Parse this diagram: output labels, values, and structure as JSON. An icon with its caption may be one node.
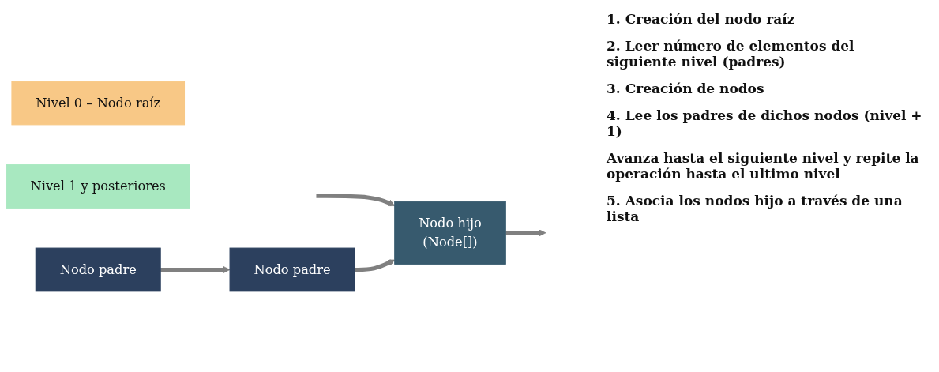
{
  "diagram": {
    "nodes": [
      {
        "text": [
          "Nivel 0 – Nodo raíz"
        ]
      },
      {
        "text": [
          "Nivel 1 y posteriores"
        ]
      },
      {
        "text": [
          "Nodo hijo",
          "(Node[])"
        ]
      },
      {
        "text": [
          "Nodo padre"
        ]
      },
      {
        "text": [
          "Nodo padre"
        ]
      }
    ],
    "edges": [
      {
        "from": null,
        "to": 2,
        "arrow": "to"
      },
      {
        "from": 2,
        "to": null,
        "arrow": "to"
      },
      {
        "from": 3,
        "to": 4,
        "arrow": "to"
      },
      {
        "from": 4,
        "to": 2,
        "arrow": "to"
      }
    ],
    "labels": [
      "1. Creación del nodo raíz",
      "2. Leer número de elementos del siguiente nivel (padres)",
      "3. Creación de nodos",
      "4. Lee los padres de dichos nodos (nivel + 1)",
      "Avanza hasta el siguiente nivel y repite la operación hasta el ultimo nivel",
      "5. Asocia los nodos hijo a través de una lista"
    ]
  }
}
